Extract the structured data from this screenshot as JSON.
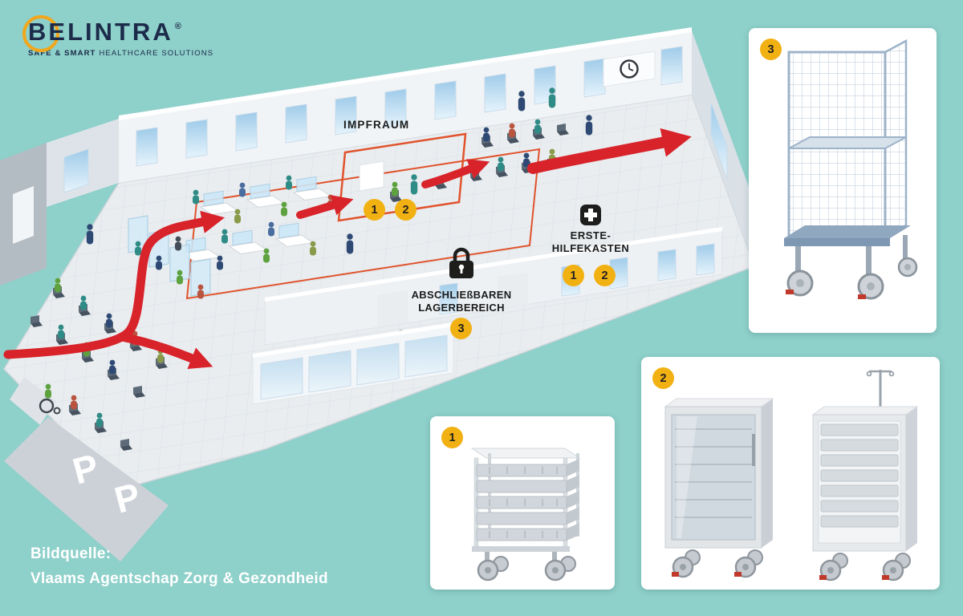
{
  "colors": {
    "background": "#8ed0ca",
    "arrow_red": "#d8232a",
    "zone_orange": "#e0532d",
    "marker_yellow": "#f2b113",
    "brand_navy": "#1c2b4a",
    "window_blue": "#a9d2ee"
  },
  "logo": {
    "brand": "BELINTRA",
    "registered": "®",
    "tagline_bold": "SAFE & SMART",
    "tagline_rest": "HEALTHCARE SOLUTIONS"
  },
  "floorplan": {
    "impfraum": {
      "label": "IMPFRAUM",
      "markers": [
        "1",
        "2"
      ]
    },
    "erste_hilfe": {
      "line1": "ERSTE-",
      "line2": "HILFEKASTEN",
      "markers": [
        "1",
        "2"
      ]
    },
    "lager": {
      "line1": "ABSCHLIEßBAREN",
      "line2": "LAGERBEREICH",
      "markers": [
        "3"
      ]
    },
    "parking": {
      "letter": "P"
    }
  },
  "panels": {
    "basket_trolley": {
      "number": "1"
    },
    "supply_cabinets": {
      "number": "2"
    },
    "roll_container": {
      "number": "3"
    }
  },
  "credit": {
    "line1": "Bildquelle:",
    "line2": "Vlaams Agentschap Zorg & Gezondheid"
  }
}
